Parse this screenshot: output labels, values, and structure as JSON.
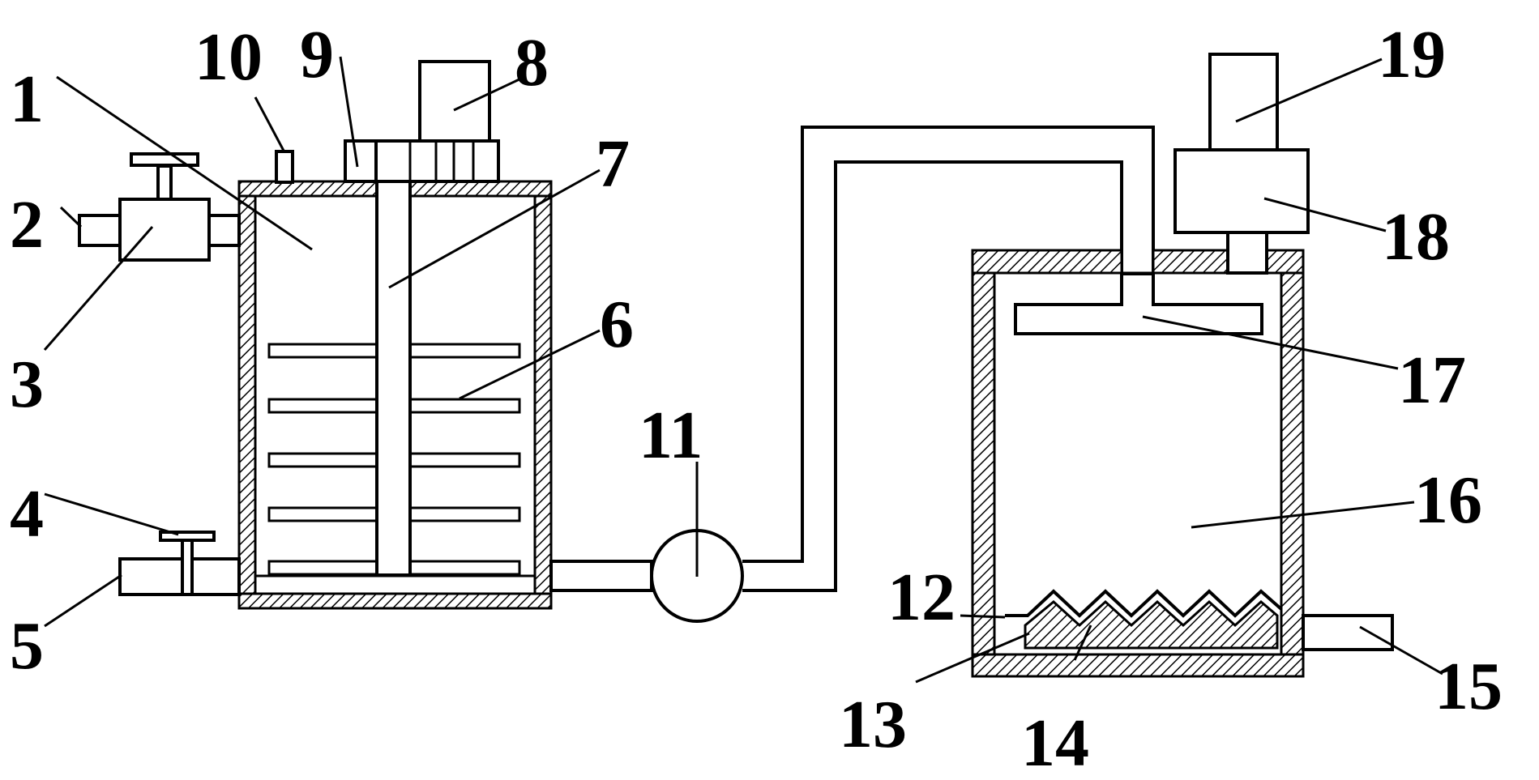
{
  "colors": {
    "line": "#000000",
    "background": "#ffffff"
  },
  "labels": {
    "l1": "1",
    "l2": "2",
    "l3": "3",
    "l4": "4",
    "l5": "5",
    "l6": "6",
    "l7": "7",
    "l8": "8",
    "l9": "9",
    "l10": "10",
    "l11": "11",
    "l12": "12",
    "l13": "13",
    "l14": "14",
    "l15": "15",
    "l16": "16",
    "l17": "17",
    "l18": "18",
    "l19": "19"
  }
}
